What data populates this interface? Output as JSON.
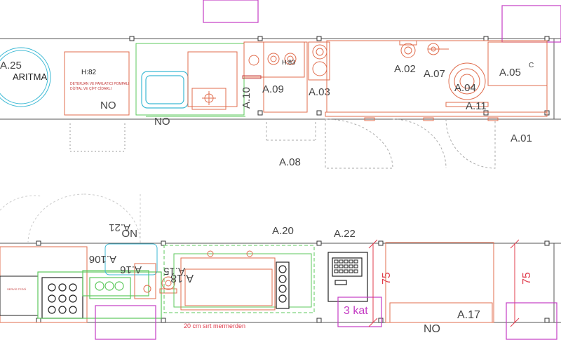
{
  "colors": {
    "wall": "#555555",
    "equipment": "#e06c4c",
    "green": "#5cc95c",
    "cyan": "#3cb9d4",
    "magenta": "#c43cc4",
    "label": "#444444",
    "dim": "#e03c4c",
    "dark": "#222222"
  },
  "labels": {
    "a25": "A.25",
    "aritma": "ARITMA",
    "h82": "H:82",
    "machine_desc_line1": "DETERJAN VE PARLATICI POMPALI",
    "machine_desc_line2": "DİJİTAL VE ÇİFT CİDARLI",
    "no_1": "NO",
    "no_2": "NO",
    "a10": "A.10",
    "h83": "H:83",
    "a09": "A.09",
    "a03": "A.03",
    "a02": "A.02",
    "a07": "A.07",
    "a04": "A.04",
    "a05": "A.05",
    "a05_superscript": "C",
    "a11": "A.11",
    "a01": "A.01",
    "a08": "A.08",
    "no_upside": "NO",
    "a21": "A.21",
    "a20": "A.20",
    "a22": "A.22",
    "a16": "A.16",
    "a106": "A.106",
    "a15": "A.15",
    "a18": "A.18",
    "dim_75_left": "75",
    "dim_75_right": "75",
    "three_kat": "3 kat",
    "a17": "A.17",
    "no_bottom": "NO",
    "marble_note": "20 cm sırt mermerden",
    "small_unit_label": "SERVİS TEZGİ"
  }
}
